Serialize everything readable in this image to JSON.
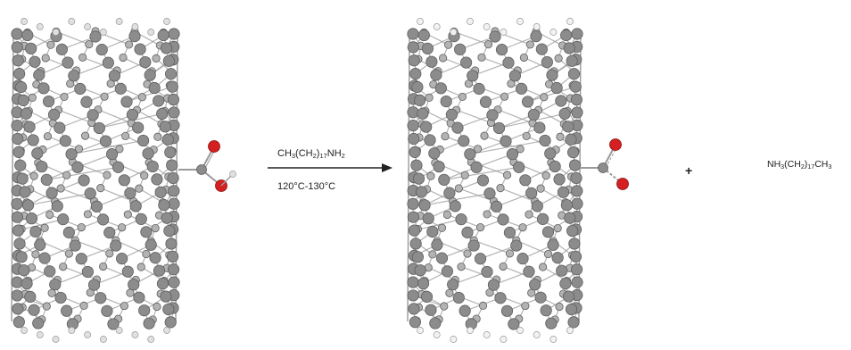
{
  "reaction": {
    "reagent": {
      "base": "CH",
      "s1": "3",
      "a": "(CH",
      "s2": "2",
      "b": ")",
      "s3": "17",
      "c": "NH",
      "s4": "2"
    },
    "conditions": "120°C-130°C",
    "plus": "+",
    "byproduct": {
      "base": "NH",
      "s1": "3",
      "a": "(CH",
      "s2": "2",
      "b": ")",
      "s3": "17",
      "c": "CH",
      "s4": "3"
    }
  },
  "colors": {
    "carbon": "#8c8c8c",
    "carbon_dark": "#5e5e5e",
    "hydrogen": "#e0e0e0",
    "oxygen": "#d42020",
    "bond": "#9a9a9a",
    "text": "#222222",
    "arrow": "#222222"
  },
  "icons": {
    "left_structure": "nanotube-carboxylic-acid-icon",
    "right_structure": "nanotube-carboxylate-icon"
  }
}
